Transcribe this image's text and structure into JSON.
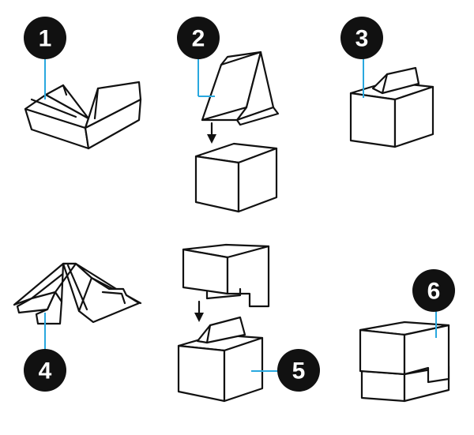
{
  "steps": [
    {
      "number": "1"
    },
    {
      "number": "2"
    },
    {
      "number": "3"
    },
    {
      "number": "4"
    },
    {
      "number": "5"
    },
    {
      "number": "6"
    }
  ],
  "colors": {
    "badge_fill": "#111111",
    "badge_text": "#ffffff",
    "line": "#111111",
    "leader": "#29a8df",
    "background": "#ffffff"
  }
}
